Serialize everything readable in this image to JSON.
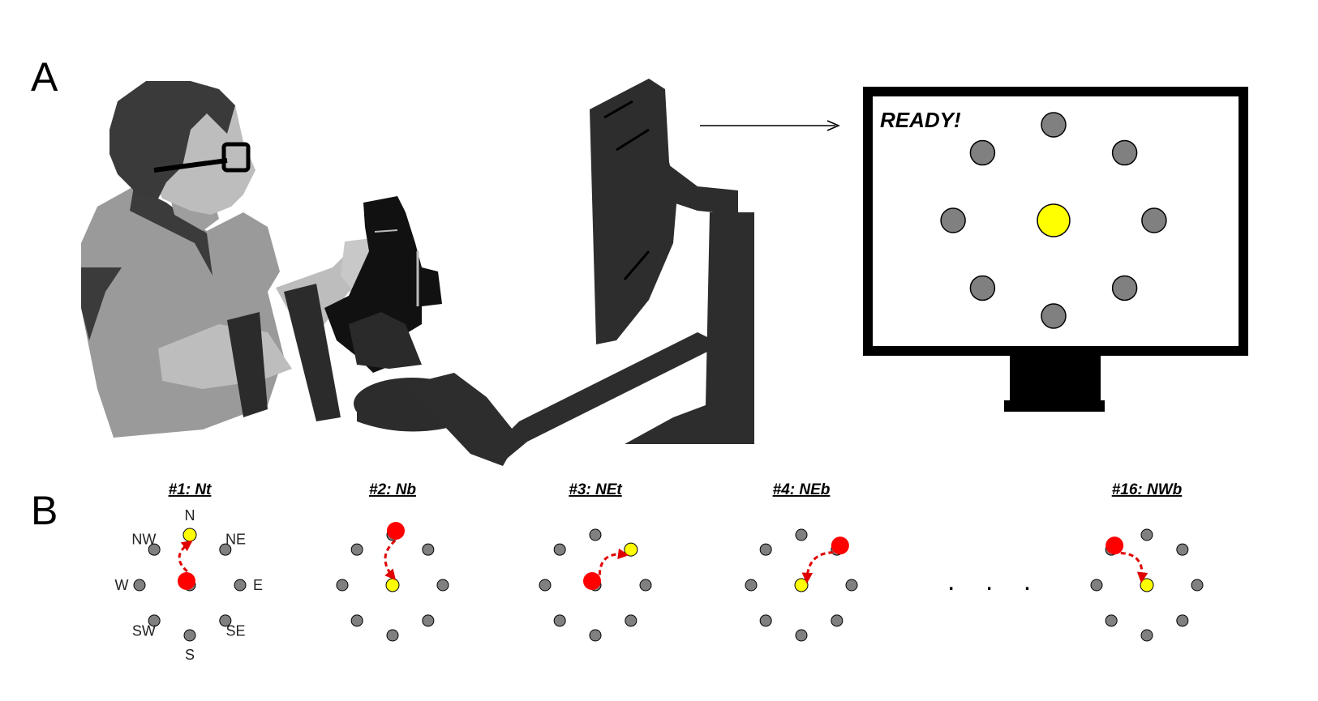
{
  "panels": {
    "a_label": "A",
    "b_label": "B"
  },
  "monitor": {
    "status_text": "READY!"
  },
  "directions": [
    "N",
    "NE",
    "E",
    "SE",
    "S",
    "SW",
    "W",
    "NW"
  ],
  "trials": [
    {
      "title": "#1: Nt",
      "start": "center",
      "target": "N"
    },
    {
      "title": "#2: Nb",
      "start": "N",
      "target": "center"
    },
    {
      "title": "#3: NEt",
      "start": "center",
      "target": "NE"
    },
    {
      "title": "#4: NEb",
      "start": "NE",
      "target": "center"
    },
    {
      "title": "#16: NWb",
      "start": "NW",
      "target": "center"
    }
  ],
  "ellipsis": ". . .",
  "colors": {
    "target_dot": "#ffff00",
    "cursor_dot": "#ff0000",
    "peripheral_dot": "#808080",
    "arrow": "#e00000",
    "monitor_frame": "#000000"
  },
  "icons": [
    "person-seated-icon",
    "joystick-icon",
    "monitor-arm-icon",
    "pointer-arrow-icon"
  ]
}
